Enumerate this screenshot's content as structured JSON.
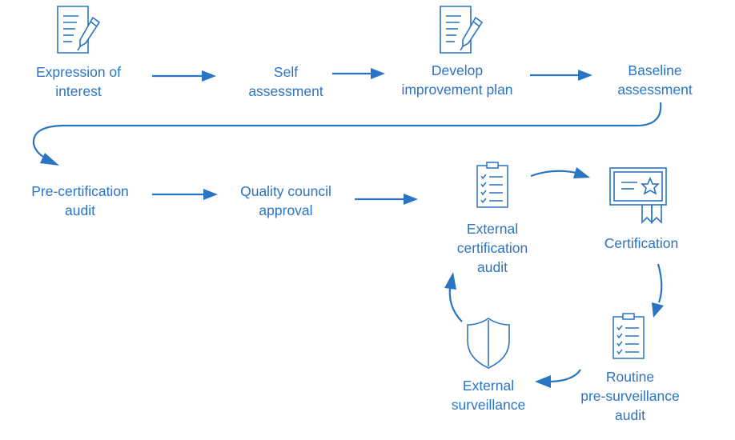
{
  "colors": {
    "accent": "#2a74c4",
    "background": "#ffffff"
  },
  "steps": [
    {
      "id": "expression",
      "lines": [
        "Expression of",
        "interest"
      ],
      "icon": "document-pen-icon"
    },
    {
      "id": "self",
      "lines": [
        "Self",
        "assessment"
      ],
      "icon": ""
    },
    {
      "id": "develop",
      "lines": [
        "Develop",
        "improvement plan"
      ],
      "icon": "document-pen-icon"
    },
    {
      "id": "baseline",
      "lines": [
        "Baseline",
        "assessment"
      ],
      "icon": ""
    },
    {
      "id": "precert",
      "lines": [
        "Pre-certification",
        "audit"
      ],
      "icon": ""
    },
    {
      "id": "council",
      "lines": [
        "Quality council",
        "approval"
      ],
      "icon": ""
    },
    {
      "id": "extcert",
      "lines": [
        "External",
        "certification",
        "audit"
      ],
      "icon": "clipboard-checklist-icon"
    },
    {
      "id": "cert",
      "lines": [
        "Certification"
      ],
      "icon": "certificate-icon"
    },
    {
      "id": "routine",
      "lines": [
        "Routine",
        "pre-surveillance",
        "audit"
      ],
      "icon": "clipboard-checklist-icon"
    },
    {
      "id": "extsurv",
      "lines": [
        "External",
        "surveillance"
      ],
      "icon": "shield-icon"
    }
  ]
}
